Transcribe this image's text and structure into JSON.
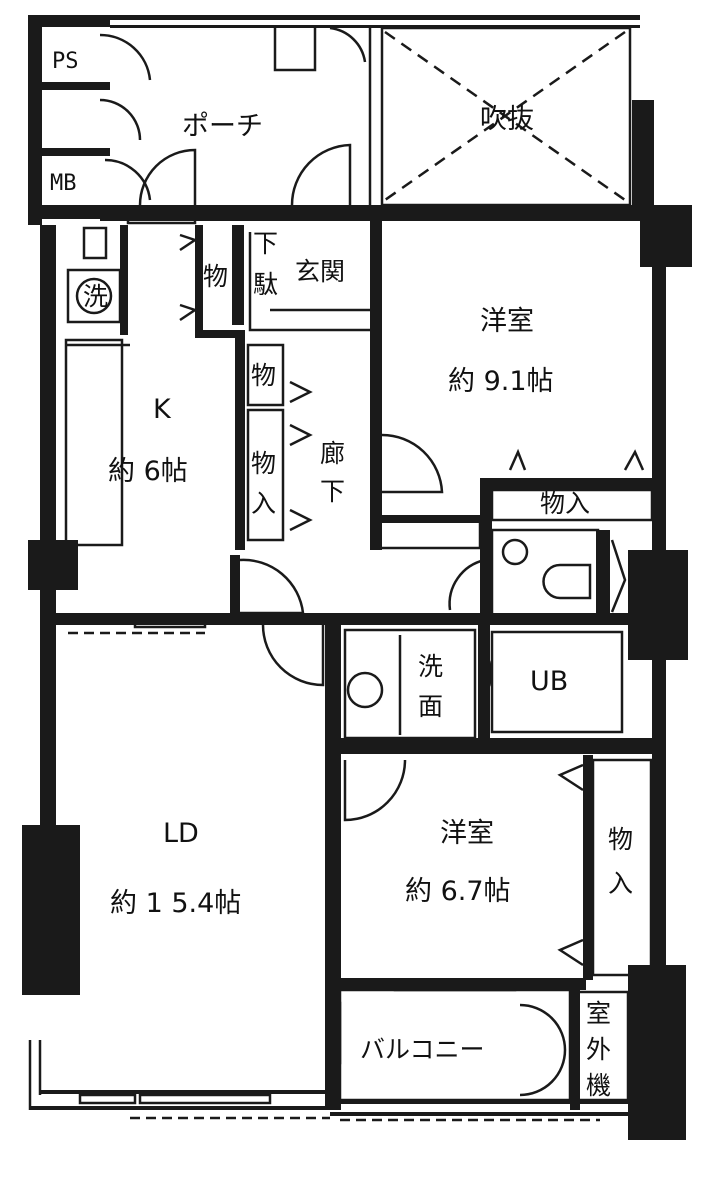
{
  "colors": {
    "wall": "#1a1a1a",
    "line": "#1a1a1a",
    "paper": "#ffffff"
  },
  "labels": {
    "ps": "PS",
    "mb": "MB",
    "porch": "ポーチ",
    "void": "吹抜",
    "storage_a": "物",
    "shoe_box_1": "下",
    "shoe_box_2": "駄",
    "genkan": "玄関",
    "western1": "洋室",
    "western1_size": "約 9.1帖",
    "washer": "洗",
    "kitchen": "K",
    "kitchen_size": "約 6帖",
    "storage_b": "物",
    "storage_c1": "物",
    "storage_c2": "入",
    "corridor1": "廊",
    "corridor2": "下",
    "closet1": "物入",
    "washroom1": "洗",
    "washroom2": "面",
    "unit_bath": "UB",
    "ld": "LD",
    "ld_size": "約 1 5.4帖",
    "western2": "洋室",
    "western2_size": "約 6.7帖",
    "closet2a": "物",
    "closet2b": "入",
    "balcony": "バルコニー",
    "outdoor1": "室",
    "outdoor2": "外",
    "outdoor3": "機"
  }
}
